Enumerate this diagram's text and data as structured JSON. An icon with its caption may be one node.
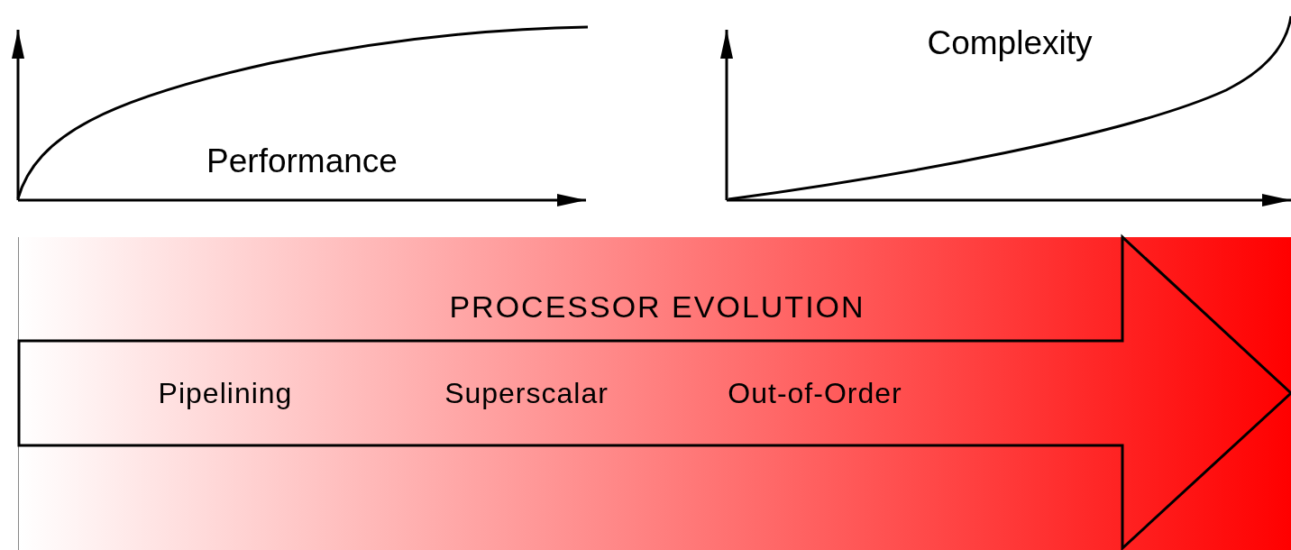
{
  "diagram": {
    "nodes": [
      {
        "text": [
          "PROCESSOR EVOLUTION"
        ]
      },
      {
        "text": [
          "Pipelining",
          "Superscalar",
          "Out-of-Order"
        ],
        "in": 0
      }
    ],
    "labels": [
      "Performance",
      "Complexity"
    ]
  }
}
